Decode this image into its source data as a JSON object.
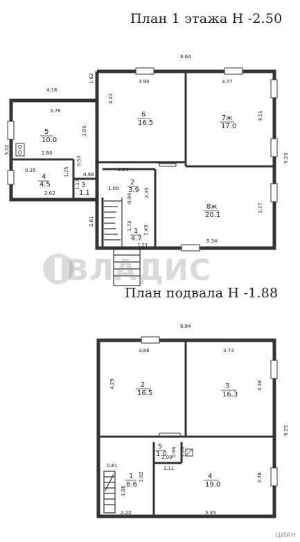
{
  "titles": {
    "floor1": "План 1 этажа  Н -2.50",
    "basement": "План подвала  Н -1.88"
  },
  "floor1": {
    "overall_width": "8.64",
    "overall_height": "9.25",
    "left_height": "5.02",
    "annex_width": "4.16",
    "top_offset": "1.62",
    "dims": {
      "d390": "3.90",
      "d377a": "3.77",
      "d422": "4.22",
      "d451": "4.51",
      "d376": "3.76",
      "d305": "3.05",
      "d280": "2.80",
      "d035": "0.35",
      "d175": "1.75",
      "d053": "0.53",
      "d098": "0.98",
      "d117": "1.17",
      "d263": "2.63",
      "d221": "2.21",
      "d100": "1.00",
      "d094": "0.94",
      "d235": "2.35",
      "d377b": "3.77",
      "d261": "2.61",
      "d175b": "1.75",
      "d149": "1.49",
      "d121": "1.21",
      "d534": "5.34"
    },
    "rooms": [
      {
        "num": "5",
        "area": "10.0"
      },
      {
        "num": "6",
        "area": "16.5"
      },
      {
        "num": "7ж",
        "area": "17.0"
      },
      {
        "num": "4",
        "area": "4.5"
      },
      {
        "num": "3",
        "area": "1.1"
      },
      {
        "num": "2",
        "area": "3.9"
      },
      {
        "num": "8ж",
        "area": "20.1"
      },
      {
        "num": "1",
        "area": "4.7"
      }
    ]
  },
  "basement": {
    "overall_width": "8.64",
    "overall_height": "9.25",
    "dims": {
      "d386": "3.86",
      "d373": "3.73",
      "d429": "4.29",
      "d438": "4.38",
      "d081": "0.81",
      "d392": "3.92",
      "d186": "1.86",
      "d220": "2.20",
      "d111": "1.11",
      "d100": "1.00",
      "d096": "0.96",
      "d110": "1.10",
      "d378": "3.78",
      "d535": "5.35"
    },
    "rooms": [
      {
        "num": "2",
        "area": "16.5"
      },
      {
        "num": "3",
        "area": "16.3"
      },
      {
        "num": "5",
        "area": "1.0"
      },
      {
        "num": "1",
        "area": "8.6"
      },
      {
        "num": "4",
        "area": "19.0"
      }
    ]
  },
  "watermark": "ВЛАДИС",
  "corner_mark": "ЦИАН"
}
